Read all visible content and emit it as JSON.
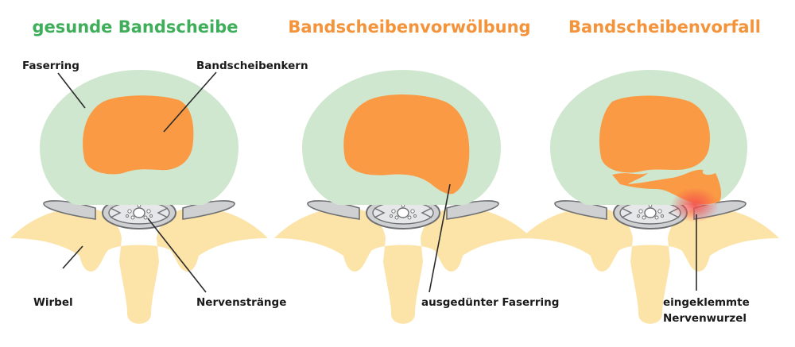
{
  "colors": {
    "healthy_title": "#3fae5a",
    "disease_title": "#f4933a",
    "annulus": "#cfe7cf",
    "nucleus": "#fb9a44",
    "vertebra": "#fce3a8",
    "process_gray": "#cfd0d2",
    "outline_gray": "#6e6f72",
    "inflammation": "#f4504a"
  },
  "panels": [
    {
      "title": "gesunde Bandscheibe",
      "labels": {
        "annulus": "Faserring",
        "nucleus": "Bandscheibenkern",
        "vertebra": "Wirbel",
        "nerves": "Nervenstränge"
      }
    },
    {
      "title": "Bandscheibenvorwölbung",
      "labels": {
        "annulus_thin": "ausgedünter Faserring"
      }
    },
    {
      "title": "Bandscheibenvorfall",
      "labels": {
        "root_line1": "eingeklemmte",
        "root_line2": "Nervenwurzel"
      }
    }
  ],
  "icons": {
    "disc": "intervertebral-disc-illustration",
    "spinal_canal": "spinal-cord-cross-section"
  }
}
